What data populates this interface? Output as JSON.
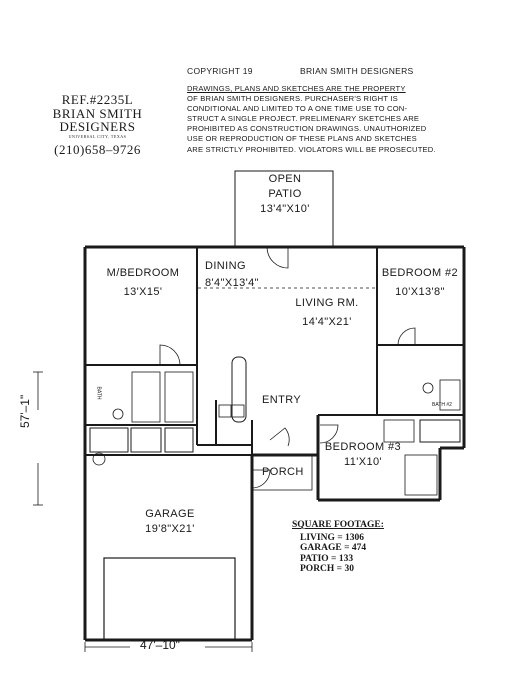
{
  "header": {
    "copyright": "COPYRIGHT 19",
    "designer": "BRIAN SMITH DESIGNERS",
    "disclaimer_lines": [
      "DRAWINGS, PLANS AND SKETCHES ARE THE PROPERTY",
      "OF BRIAN SMITH DESIGNERS.  PURCHASER'S RIGHT IS",
      "CONDITIONAL AND LIMITED TO A ONE TIME USE TO CON-",
      "STRUCT A SINGLE PROJECT.  PRELIMENARY SKETCHES ARE",
      "PROHIBITED AS CONSTRUCTION DRAWINGS.  UNAUTHORIZED",
      "USE OR REPRODUCTION OF THESE PLANS AND SKETCHES",
      "ARE STRICTLY PROHIBITED.  VIOLATORS WILL BE PROSECUTED."
    ]
  },
  "stamp": {
    "ref": "REF.#2235L",
    "line1": "BRIAN SMITH",
    "line2": "DESIGNERS",
    "city": "UNIVERSAL CITY, TEXAS",
    "phone": "(210)658–9726"
  },
  "rooms": {
    "patio": {
      "name": "OPEN",
      "name2": "PATIO",
      "size": "13'4\"X10'"
    },
    "master": {
      "name": "M/BEDROOM",
      "size": "13'X15'"
    },
    "dining": {
      "name": "DINING",
      "size": "8'4\"X13'4\""
    },
    "living": {
      "name": "LIVING RM.",
      "size": "14'4\"X21'"
    },
    "bed2": {
      "name": "BEDROOM #2",
      "size": "10'X13'8\""
    },
    "entry": {
      "name": "ENTRY"
    },
    "bed3": {
      "name": "BEDROOM #3",
      "size": "11'X10'"
    },
    "porch": {
      "name": "PORCH"
    },
    "garage": {
      "name": "GARAGE",
      "size": "19'8\"X21'"
    },
    "bath1": {
      "name": "BATH"
    },
    "bath2": {
      "name": "BATH #2"
    }
  },
  "dimensions": {
    "depth": "57'–1\"",
    "width": "47'–10\""
  },
  "square_footage": {
    "title": "SQUARE FOOTAGE:",
    "items": [
      "LIVING = 1306",
      "GARAGE = 474",
      "PATIO = 133",
      "PORCH = 30"
    ]
  }
}
